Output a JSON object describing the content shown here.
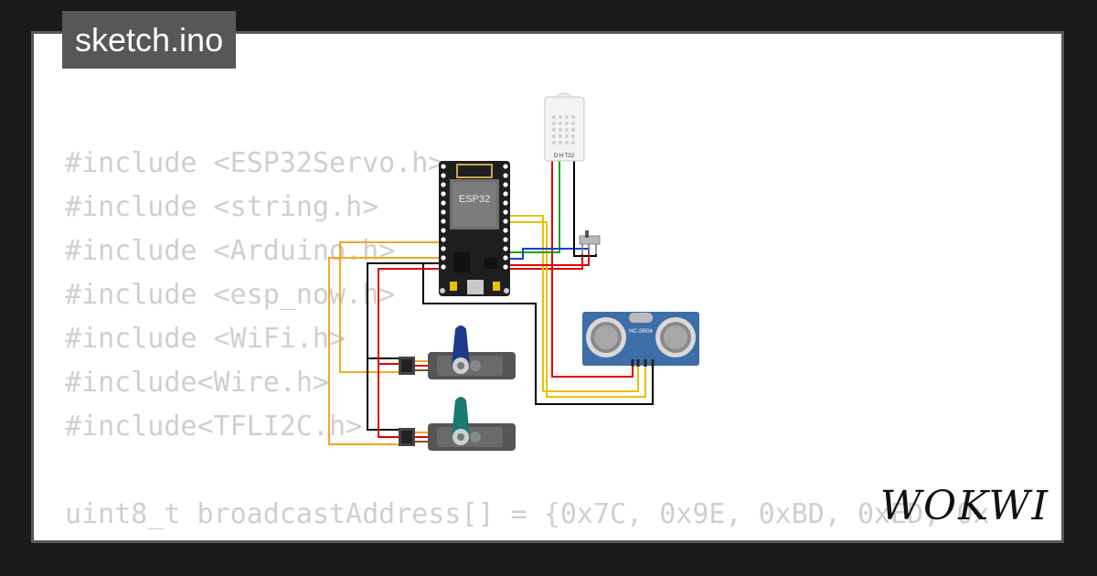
{
  "title": "sketch.ino",
  "code_lines": [
    "#include <ESP32Servo.h>",
    "#include <string.h>",
    "#include <Arduino.h>",
    "#include <esp_now.h>",
    "#include <WiFi.h>",
    "#include<Wire.h>",
    "#include<TFLI2C.h>",
    "",
    "uint8_t broadcastAddress[] = {0x7C, 0x9E, 0xBD, 0xED, 0x"
  ],
  "components": {
    "mcu_label": "ESP32",
    "dht_label": "D H T22",
    "ultrasonic_label": "HC-SR04"
  },
  "brand": "WOKWI",
  "colors": {
    "background": "#1a1a1a",
    "frame": "#575757",
    "code_text": "#cfcfcf",
    "wire_red": "#e00000",
    "wire_black": "#000000",
    "wire_orange": "#f5a623",
    "wire_yellow": "#e8c100",
    "wire_green": "#1aa51a",
    "wire_blue": "#1a3dd6",
    "servo_arm_1": "#1f3a8a",
    "servo_arm_2": "#1b7a70",
    "sensor_board": "#3d6ea8"
  }
}
